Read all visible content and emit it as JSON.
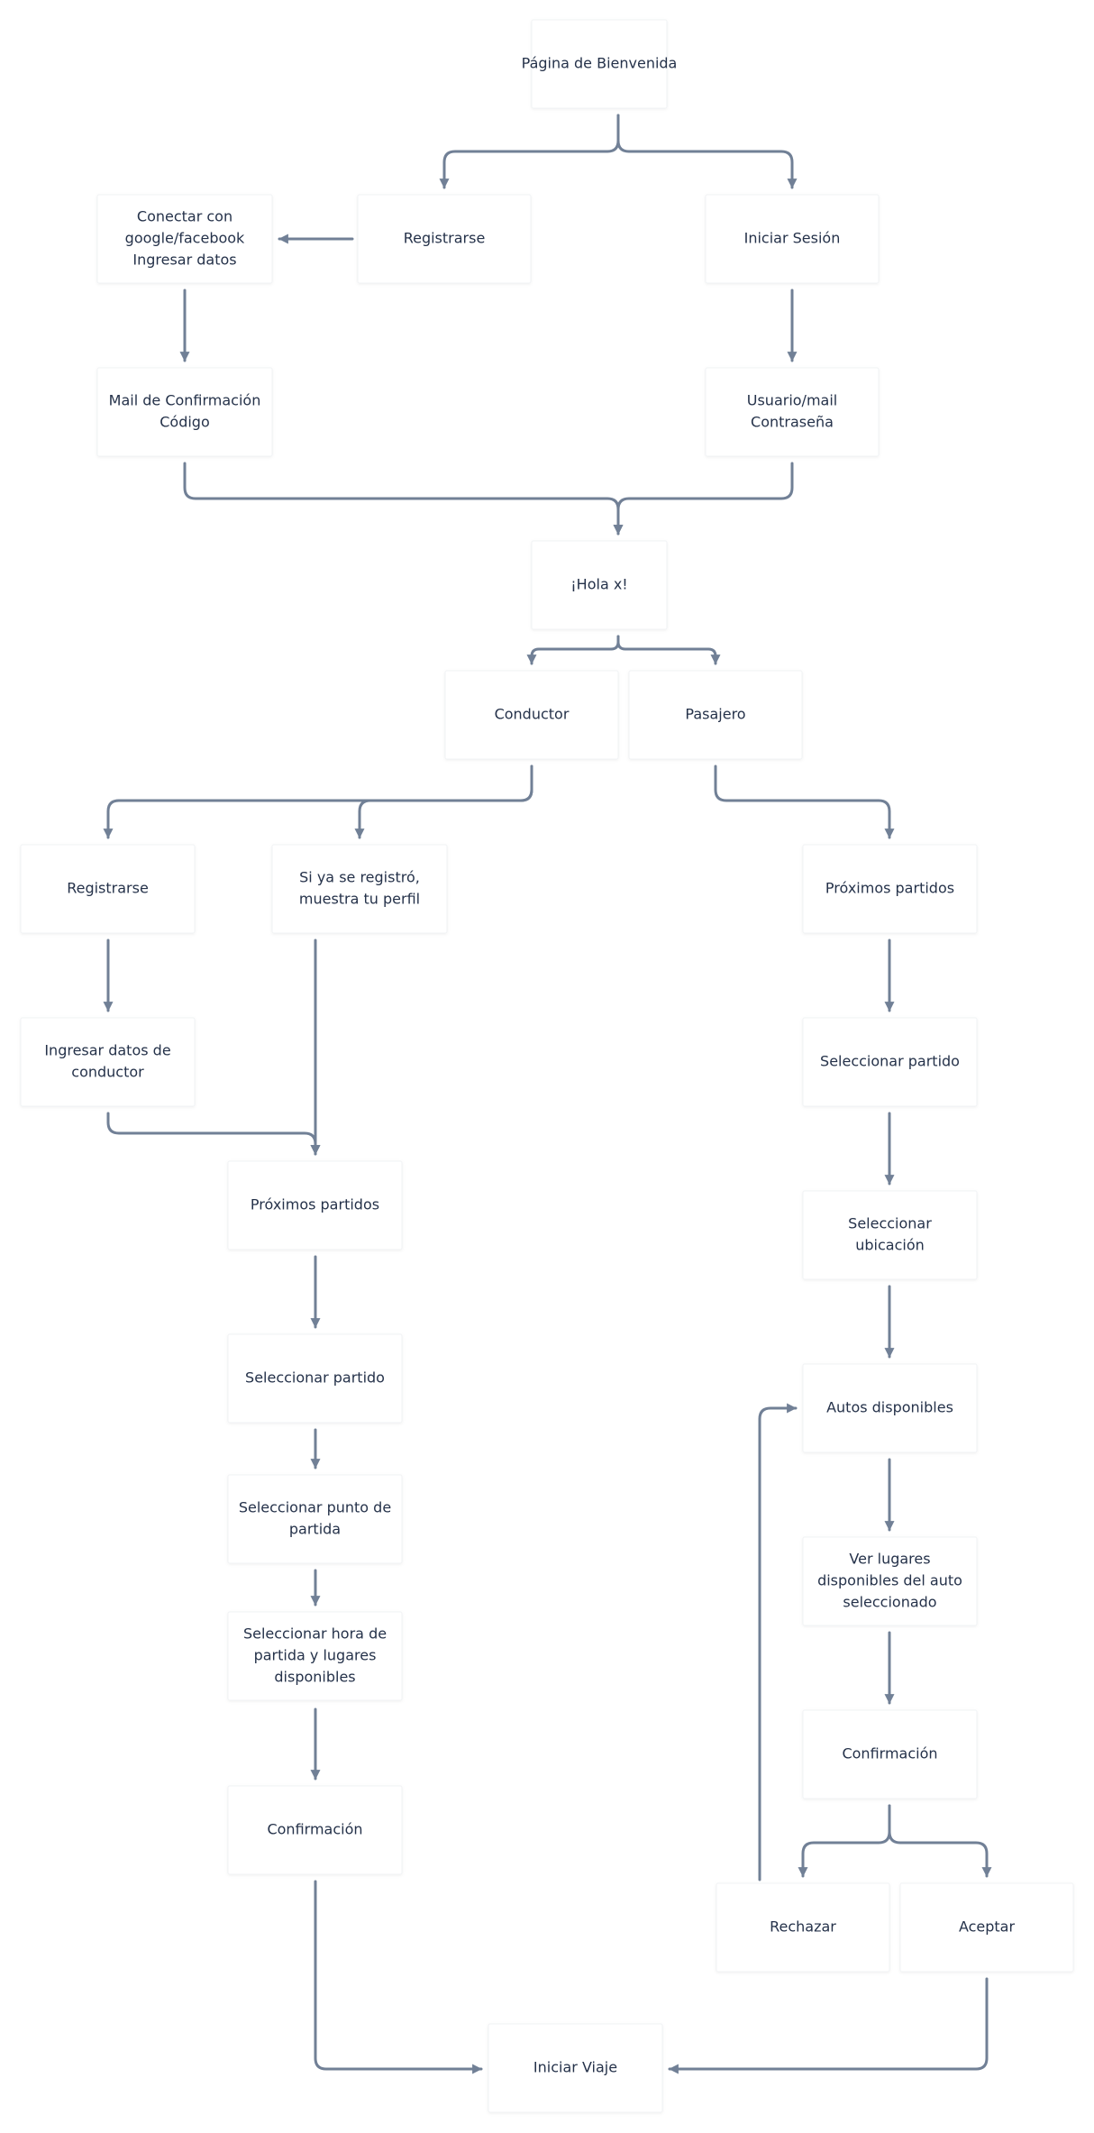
{
  "diagram": {
    "nodes": [
      {
        "id": "bienvenida",
        "lines": [
          "Página de Bienvenida"
        ]
      },
      {
        "id": "registrarse-top",
        "lines": [
          "Registrarse"
        ]
      },
      {
        "id": "iniciar-sesion",
        "lines": [
          "Iniciar Sesión"
        ]
      },
      {
        "id": "conectar",
        "lines": [
          "Conectar con",
          "google/facebook",
          "Ingresar datos"
        ]
      },
      {
        "id": "mail-confirmacion",
        "lines": [
          "Mail de Confirmación",
          "Código"
        ]
      },
      {
        "id": "usuario-mail",
        "lines": [
          "Usuario/mail",
          "Contraseña"
        ]
      },
      {
        "id": "hola",
        "lines": [
          "¡Hola x!"
        ]
      },
      {
        "id": "conductor",
        "lines": [
          "Conductor"
        ]
      },
      {
        "id": "pasajero",
        "lines": [
          "Pasajero"
        ]
      },
      {
        "id": "registrarse-conductor",
        "lines": [
          "Registrarse"
        ]
      },
      {
        "id": "perfil",
        "lines": [
          "Si ya se registró,",
          "muestra tu perfil"
        ]
      },
      {
        "id": "ingresar-datos-conductor",
        "lines": [
          "Ingresar datos de",
          "conductor"
        ]
      },
      {
        "id": "proximos-conductor",
        "lines": [
          "Próximos partidos"
        ]
      },
      {
        "id": "seleccionar-partido-conductor",
        "lines": [
          "Seleccionar partido"
        ]
      },
      {
        "id": "punto-partida",
        "lines": [
          "Seleccionar punto de",
          "partida"
        ]
      },
      {
        "id": "hora-partida",
        "lines": [
          "Seleccionar hora de",
          "partida y lugares",
          "disponibles"
        ]
      },
      {
        "id": "confirmacion-conductor",
        "lines": [
          "Confirmación"
        ]
      },
      {
        "id": "proximos-pasajero",
        "lines": [
          "Próximos partidos"
        ]
      },
      {
        "id": "seleccionar-partido-pasajero",
        "lines": [
          "Seleccionar partido"
        ]
      },
      {
        "id": "seleccionar-ubicacion",
        "lines": [
          "Seleccionar",
          "ubicación"
        ]
      },
      {
        "id": "autos-disponibles",
        "lines": [
          "Autos disponibles"
        ]
      },
      {
        "id": "ver-lugares",
        "lines": [
          "Ver lugares",
          "disponibles del auto",
          "seleccionado"
        ]
      },
      {
        "id": "confirmacion-pasajero",
        "lines": [
          "Confirmación"
        ]
      },
      {
        "id": "rechazar",
        "lines": [
          "Rechazar"
        ]
      },
      {
        "id": "aceptar",
        "lines": [
          "Aceptar"
        ]
      },
      {
        "id": "iniciar-viaje",
        "lines": [
          "Iniciar Viaje"
        ]
      }
    ],
    "edges": [
      {
        "from": "bienvenida",
        "to": "registrarse-top"
      },
      {
        "from": "bienvenida",
        "to": "iniciar-sesion"
      },
      {
        "from": "registrarse-top",
        "to": "conectar"
      },
      {
        "from": "conectar",
        "to": "mail-confirmacion"
      },
      {
        "from": "iniciar-sesion",
        "to": "usuario-mail"
      },
      {
        "from": "mail-confirmacion",
        "to": "hola"
      },
      {
        "from": "usuario-mail",
        "to": "hola"
      },
      {
        "from": "hola",
        "to": "conductor"
      },
      {
        "from": "hola",
        "to": "pasajero"
      },
      {
        "from": "conductor",
        "to": "registrarse-conductor"
      },
      {
        "from": "conductor",
        "to": "perfil"
      },
      {
        "from": "registrarse-conductor",
        "to": "ingresar-datos-conductor"
      },
      {
        "from": "ingresar-datos-conductor",
        "to": "proximos-conductor"
      },
      {
        "from": "perfil",
        "to": "proximos-conductor"
      },
      {
        "from": "proximos-conductor",
        "to": "seleccionar-partido-conductor"
      },
      {
        "from": "seleccionar-partido-conductor",
        "to": "punto-partida"
      },
      {
        "from": "punto-partida",
        "to": "hora-partida"
      },
      {
        "from": "hora-partida",
        "to": "confirmacion-conductor"
      },
      {
        "from": "confirmacion-conductor",
        "to": "iniciar-viaje"
      },
      {
        "from": "pasajero",
        "to": "proximos-pasajero"
      },
      {
        "from": "proximos-pasajero",
        "to": "seleccionar-partido-pasajero"
      },
      {
        "from": "seleccionar-partido-pasajero",
        "to": "seleccionar-ubicacion"
      },
      {
        "from": "seleccionar-ubicacion",
        "to": "autos-disponibles"
      },
      {
        "from": "autos-disponibles",
        "to": "ver-lugares"
      },
      {
        "from": "ver-lugares",
        "to": "confirmacion-pasajero"
      },
      {
        "from": "confirmacion-pasajero",
        "to": "rechazar"
      },
      {
        "from": "confirmacion-pasajero",
        "to": "aceptar"
      },
      {
        "from": "rechazar",
        "to": "autos-disponibles"
      },
      {
        "from": "aceptar",
        "to": "iniciar-viaje"
      }
    ],
    "colors": {
      "edge": "#718096",
      "text": "#25324a",
      "node_fill": "#ffffff",
      "node_border": "#f1f3f5"
    }
  }
}
